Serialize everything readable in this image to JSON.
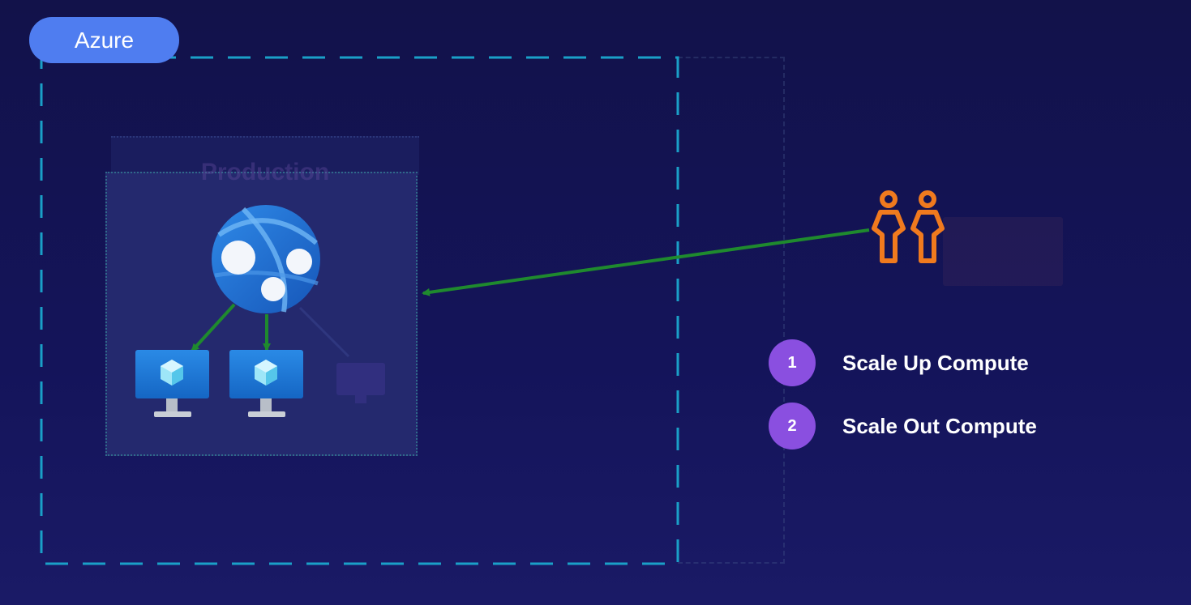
{
  "cloud": {
    "label": "Azure"
  },
  "environment": {
    "ghost_label": "Production"
  },
  "legend": [
    {
      "number": "1",
      "label": "Scale Up Compute"
    },
    {
      "number": "2",
      "label": "Scale Out Compute"
    }
  ],
  "colors": {
    "background": "#13134e",
    "azure_pill": "#4f7df0",
    "dashed_border": "#1aa0c8",
    "arrow": "#1f8a2e",
    "users": "#f07a1e",
    "badge": "#8a4fe0",
    "web_app": "#1e6fd0",
    "vm_screen": "#1e78d8"
  },
  "icons": {
    "web_app": "web-app-globe-icon",
    "vm": "virtual-machine-icon",
    "users": "users-icon"
  }
}
